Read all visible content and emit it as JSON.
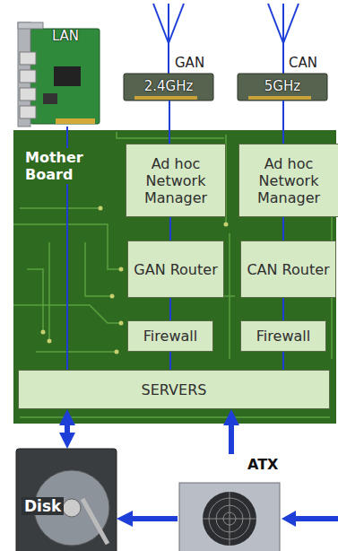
{
  "diagram": {
    "nodes": [
      {
        "text": [
          "LAN"
        ]
      },
      {
        "text": [
          "2.4GHz"
        ]
      },
      {
        "text": [
          "5GHz"
        ]
      },
      {
        "text": [
          "Mother Board"
        ]
      },
      {
        "text": [
          "Ad hoc Network Manager"
        ],
        "in": 3
      },
      {
        "text": [
          "Ad hoc Network Manager"
        ],
        "in": 3
      },
      {
        "text": [
          "GAN Router"
        ],
        "in": 3
      },
      {
        "text": [
          "CAN Router"
        ],
        "in": 3
      },
      {
        "text": [
          "Firewall"
        ],
        "in": 3
      },
      {
        "text": [
          "Firewall"
        ],
        "in": 3
      },
      {
        "text": [
          "SERVERS"
        ],
        "in": 3
      },
      {
        "text": [
          "Disk"
        ]
      },
      {
        "text": [
          "ATX"
        ]
      }
    ],
    "edges": [
      {
        "from": 0,
        "to": 10,
        "arrow": "none"
      },
      {
        "from": 1,
        "to": 4,
        "arrow": "none"
      },
      {
        "from": 4,
        "to": 6,
        "arrow": "none"
      },
      {
        "from": 6,
        "to": 8,
        "arrow": "none"
      },
      {
        "from": 8,
        "to": 10,
        "arrow": "none"
      },
      {
        "from": 2,
        "to": 5,
        "arrow": "none"
      },
      {
        "from": 5,
        "to": 7,
        "arrow": "none"
      },
      {
        "from": 7,
        "to": 9,
        "arrow": "none"
      },
      {
        "from": 9,
        "to": 10,
        "arrow": "none"
      },
      {
        "from": 10,
        "to": 11,
        "arrow": "both"
      },
      {
        "from": 12,
        "to": 10,
        "arrow": "to"
      },
      {
        "from": 12,
        "to": 11,
        "arrow": "to"
      }
    ],
    "labels": [
      "GAN",
      "CAN"
    ]
  }
}
